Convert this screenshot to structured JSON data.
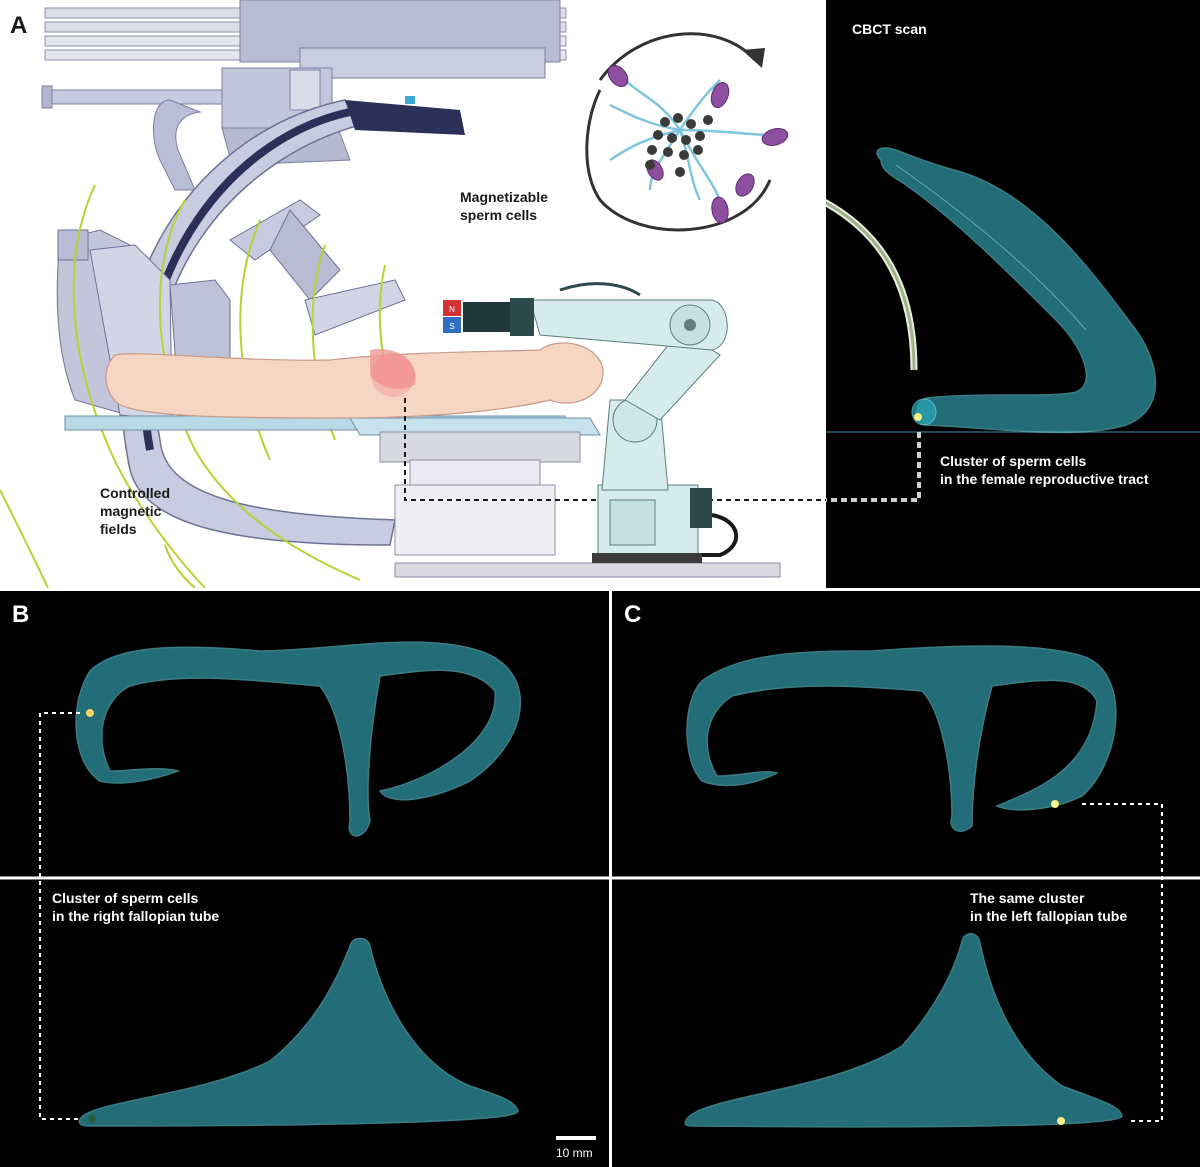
{
  "panels": {
    "a": {
      "letter": "A",
      "labels": {
        "controlled_fields": [
          "Controlled",
          "magnetic",
          "fields"
        ],
        "magnetizable": [
          "Magnetizable",
          "sperm cells"
        ],
        "cbct_scan": "CBCT scan",
        "cluster": [
          "Cluster of sperm cells",
          "in  the female reproductive tract"
        ]
      },
      "magnet_poles": [
        "N",
        "S"
      ]
    },
    "b": {
      "letter": "B",
      "label": [
        "Cluster of sperm cells",
        "in the right fallopian tube"
      ]
    },
    "c": {
      "letter": "C",
      "label": [
        "The same cluster",
        "in the left fallopian tube"
      ]
    }
  },
  "scale_bar": "10 mm",
  "colors": {
    "scan_cyan": "#3fc7d9",
    "cluster_yellow": "#f7f28a",
    "field_lines": "#b5d334",
    "sperm_head": "#8e4fa1",
    "sperm_tail": "#7fc6dc",
    "robot": "#d6ecec",
    "ct_gantry": "#c9cbe0"
  }
}
